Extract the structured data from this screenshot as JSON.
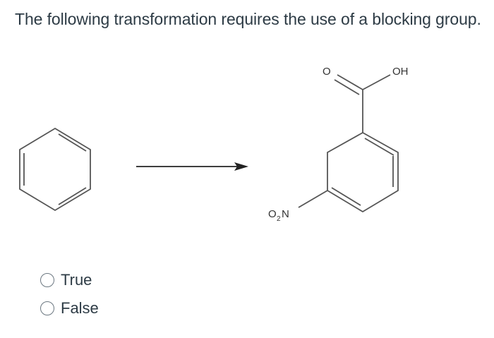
{
  "question": {
    "text": "The following transformation requires the use of a blocking group."
  },
  "scheme": {
    "product_labels": {
      "carbonyl_oxygen": "O",
      "hydroxyl": "OH",
      "nitro_o": "O",
      "nitro_subscript": "2",
      "nitro_n": "N"
    }
  },
  "answers": [
    {
      "label": "True",
      "selected": false
    },
    {
      "label": "False",
      "selected": false
    }
  ]
}
